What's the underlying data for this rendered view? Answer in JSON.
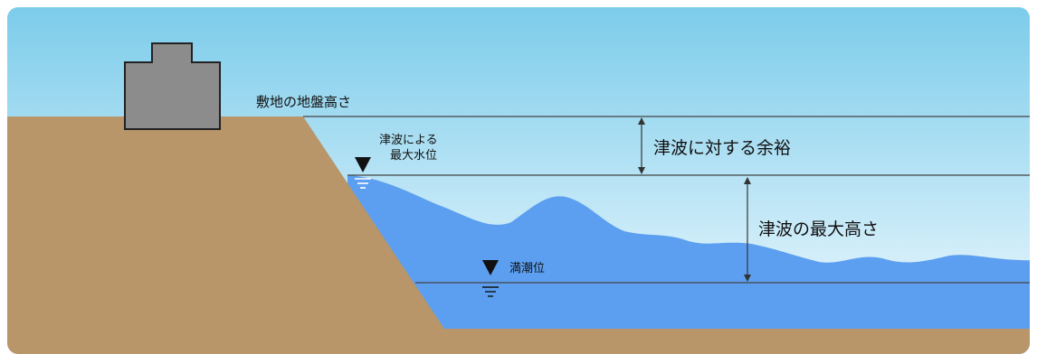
{
  "labels": {
    "ground_level": "敷地の地盤高さ",
    "tsunami_margin": "津波に対する余裕",
    "max_water_line1": "津波による",
    "max_water_line2": "最大水位",
    "max_tsunami_height": "津波の最大高さ",
    "high_tide": "満潮位"
  },
  "colors": {
    "sky_top": "#79cbea",
    "sky_bottom": "#f4fbff",
    "ground": "#b8966a",
    "water": "#5c9ff0",
    "building": "#8c8c8c",
    "line": "#333333"
  }
}
